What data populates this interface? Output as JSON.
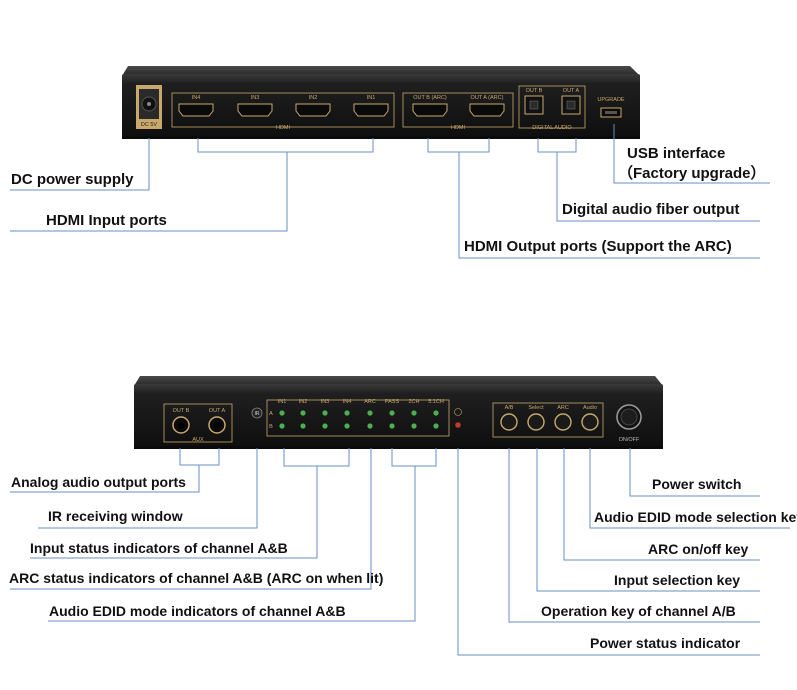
{
  "rear_panel": {
    "ports": {
      "dc": "DC 5V",
      "in4": "IN4",
      "in3": "IN3",
      "in2": "IN2",
      "in1": "IN1",
      "hdmi_in_group": "HDMI",
      "out_b": "OUT B (ARC)",
      "out_a": "OUT A (ARC)",
      "hdmi_out_group": "HDMI",
      "fiber_out_b": "OUT B",
      "fiber_out_a": "OUT A",
      "digital_audio_group": "DIGITAL AUDIO",
      "upgrade": "UPGRADE"
    },
    "callouts": {
      "dc_power": "DC power supply",
      "hdmi_input": "HDMI Input ports",
      "usb_line1": "USB interface",
      "usb_line2": "（Factory upgrade）",
      "fiber_output": "Digital audio fiber output",
      "hdmi_output": "HDMI Output ports (Support the ARC)"
    }
  },
  "front_panel": {
    "labels": {
      "aux_out_b": "OUT B",
      "aux_out_a": "OUT A",
      "aux_group": "AUX",
      "ir": "IR",
      "ind_in1": "IN1",
      "ind_in2": "IN2",
      "ind_in3": "IN3",
      "ind_in4": "IN4",
      "ind_arc": "ARC",
      "ind_pass": "PASS",
      "ind_2ch": "2CH",
      "ind_51ch": "5.1CH",
      "row_a": "A",
      "row_b": "B",
      "btn_ab": "A/B",
      "btn_select": "Select",
      "btn_arc": "ARC",
      "btn_audio": "Audio",
      "power": "ON/OFF"
    },
    "callouts": {
      "analog_audio": "Analog audio output ports",
      "ir_window": "IR receiving window",
      "input_status": "Input status indicators of channel A&B",
      "arc_status": "ARC status indicators of channel A&B (ARC on when lit)",
      "audio_edid_ind": "Audio EDID mode indicators of channel A&B",
      "power_switch": "Power switch",
      "audio_edid_key": "Audio EDID mode selection key",
      "arc_key": "ARC on/off key",
      "input_key": "Input selection key",
      "operation_key": "Operation key of channel A/B",
      "power_status": "Power status indicator"
    }
  },
  "colors": {
    "device_body": "#1c1c1c",
    "gold": "#c8a96b",
    "led_green": "#4caf50",
    "led_red": "#c0392b",
    "leader_line": "#6a8fc0"
  }
}
